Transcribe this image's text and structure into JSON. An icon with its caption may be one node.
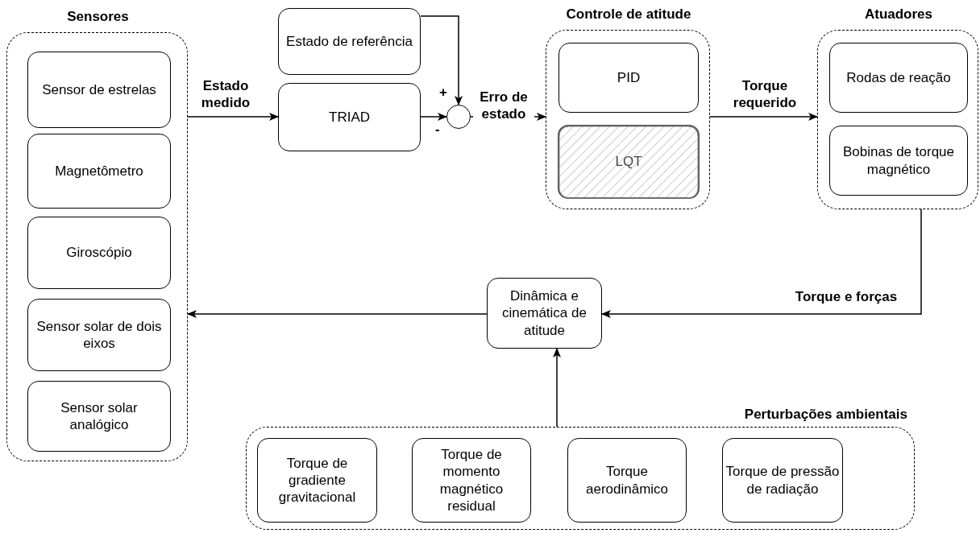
{
  "diagram": {
    "nodes": [
      {
        "text": [
          "Sensores"
        ]
      },
      {
        "text": [
          "Sensor de estrelas"
        ],
        "in": 0
      },
      {
        "text": [
          "Magnetômetro"
        ],
        "in": 0
      },
      {
        "text": [
          "Giroscópio"
        ],
        "in": 0
      },
      {
        "text": [
          "Sensor solar de dois eixos"
        ],
        "in": 0
      },
      {
        "text": [
          "Sensor solar analógico"
        ],
        "in": 0
      },
      {
        "text": [
          "Estado de referência"
        ]
      },
      {
        "text": [
          "TRIAD"
        ]
      },
      {
        "text": [],
        "shape": "circle",
        "beside": [
          "+",
          "-"
        ]
      },
      {
        "text": [
          "Controle de atitude"
        ]
      },
      {
        "text": [
          "PID"
        ],
        "in": 9
      },
      {
        "text": [
          "LQT"
        ],
        "in": 9
      },
      {
        "text": [
          "Atuadores"
        ]
      },
      {
        "text": [
          "Rodas de reação"
        ],
        "in": 12
      },
      {
        "text": [
          "Bobinas de torque magnético"
        ],
        "in": 12
      },
      {
        "text": [
          "Dinâmica e cinemática de atitude"
        ]
      },
      {
        "text": [
          "Perturbações ambientais"
        ]
      },
      {
        "text": [
          "Torque de gradiente gravitacional"
        ],
        "in": 16
      },
      {
        "text": [
          "Torque de momento magnético residual"
        ],
        "in": 16
      },
      {
        "text": [
          "Torque aerodinâmico"
        ],
        "in": 16
      },
      {
        "text": [
          "Torque de pressão de radiação"
        ],
        "in": 16
      }
    ],
    "edges": [
      {
        "from": 0,
        "to": 7,
        "arrow": "to",
        "label": "Estado medido"
      },
      {
        "from": 6,
        "to": 8,
        "arrow": "to"
      },
      {
        "from": 7,
        "to": 8,
        "arrow": "to"
      },
      {
        "from": 8,
        "to": 9,
        "arrow": "to",
        "label": "Erro de estado"
      },
      {
        "from": 9,
        "to": 12,
        "arrow": "to",
        "label": "Torque requerido"
      },
      {
        "from": 12,
        "to": 15,
        "arrow": "to",
        "label": "Torque e forças"
      },
      {
        "from": 15,
        "to": 0,
        "arrow": "to"
      },
      {
        "from": 16,
        "to": 15,
        "arrow": "to"
      }
    ]
  }
}
